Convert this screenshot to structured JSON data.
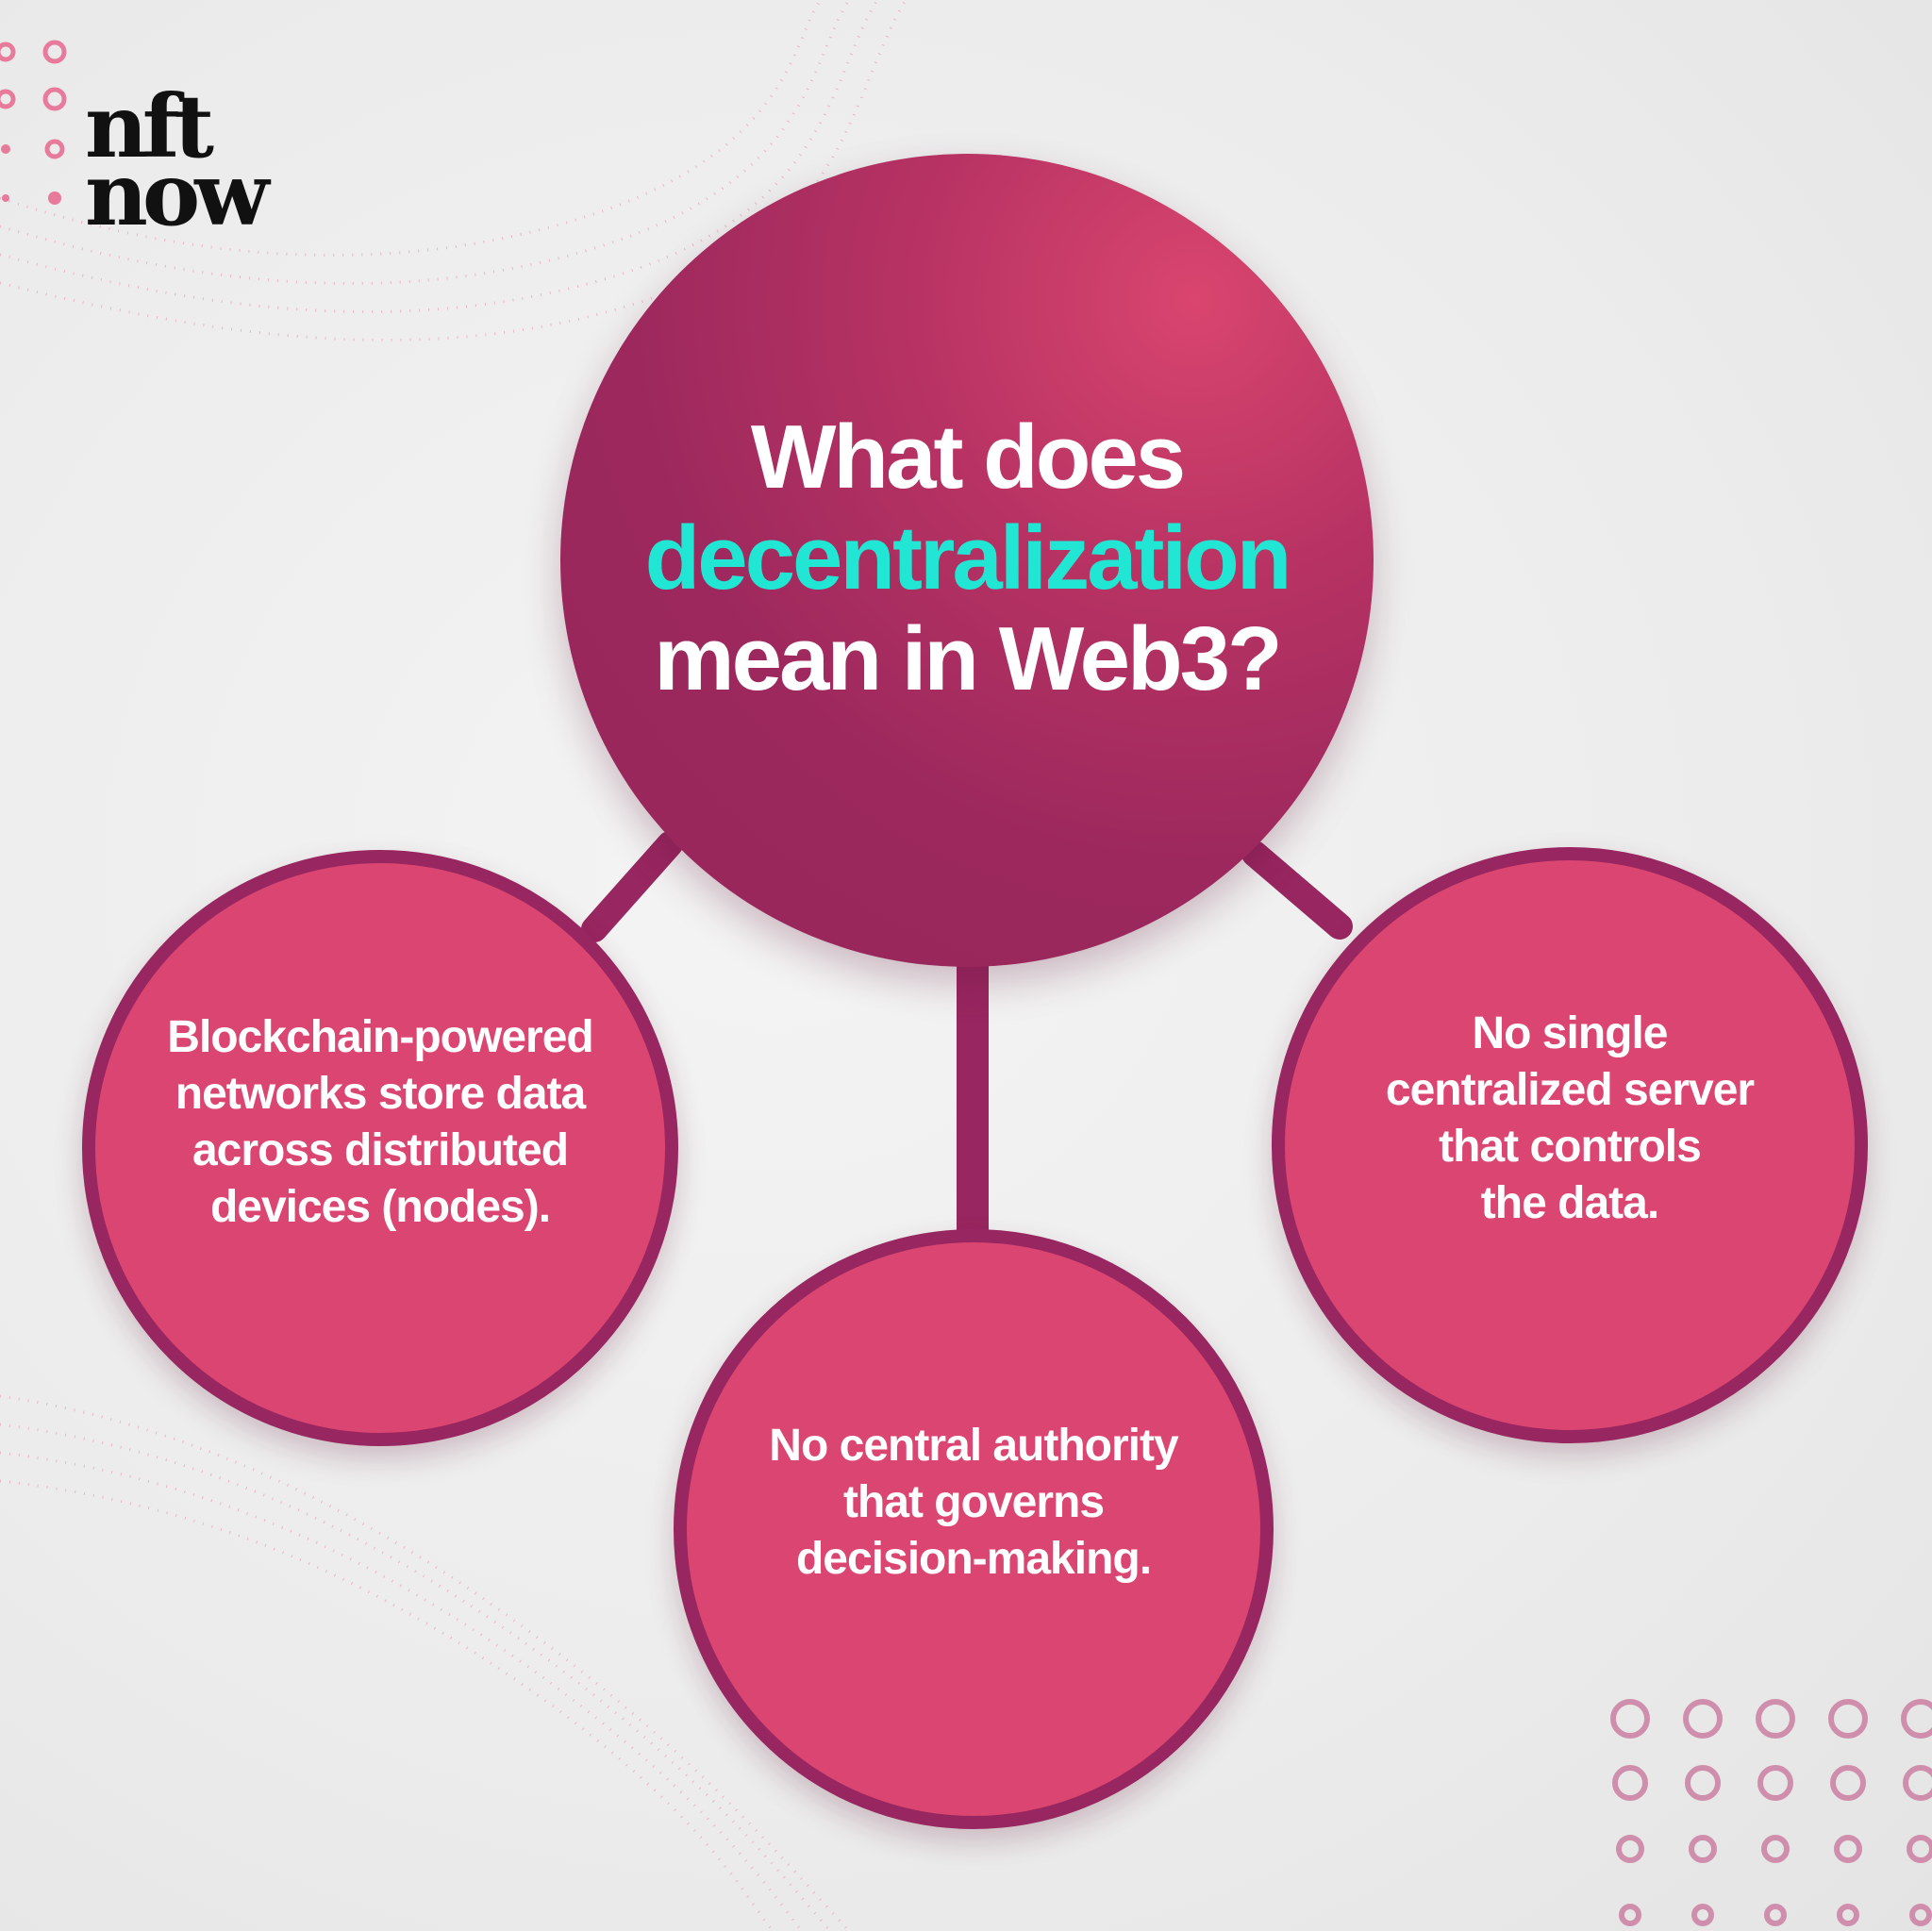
{
  "logo": {
    "line1": "nft",
    "line2": "now"
  },
  "question": {
    "line1": "What does",
    "highlight": "decentralization",
    "line3": "mean in Web3?"
  },
  "nodes": [
    {
      "id": "left",
      "lines": [
        "Blockchain-powered",
        "networks store data",
        "across distributed",
        "devices (nodes)."
      ]
    },
    {
      "id": "bottom",
      "lines": [
        "No central authority",
        "that governs",
        "decision-making."
      ]
    },
    {
      "id": "right",
      "lines": [
        "No single",
        "centralized server",
        "that controls",
        "the data."
      ]
    }
  ],
  "colors": {
    "main_circle": "#9c285d",
    "node_fill": "#db4571",
    "node_border": "#982660",
    "accent": "#22e6d4",
    "connector": "#982660"
  }
}
